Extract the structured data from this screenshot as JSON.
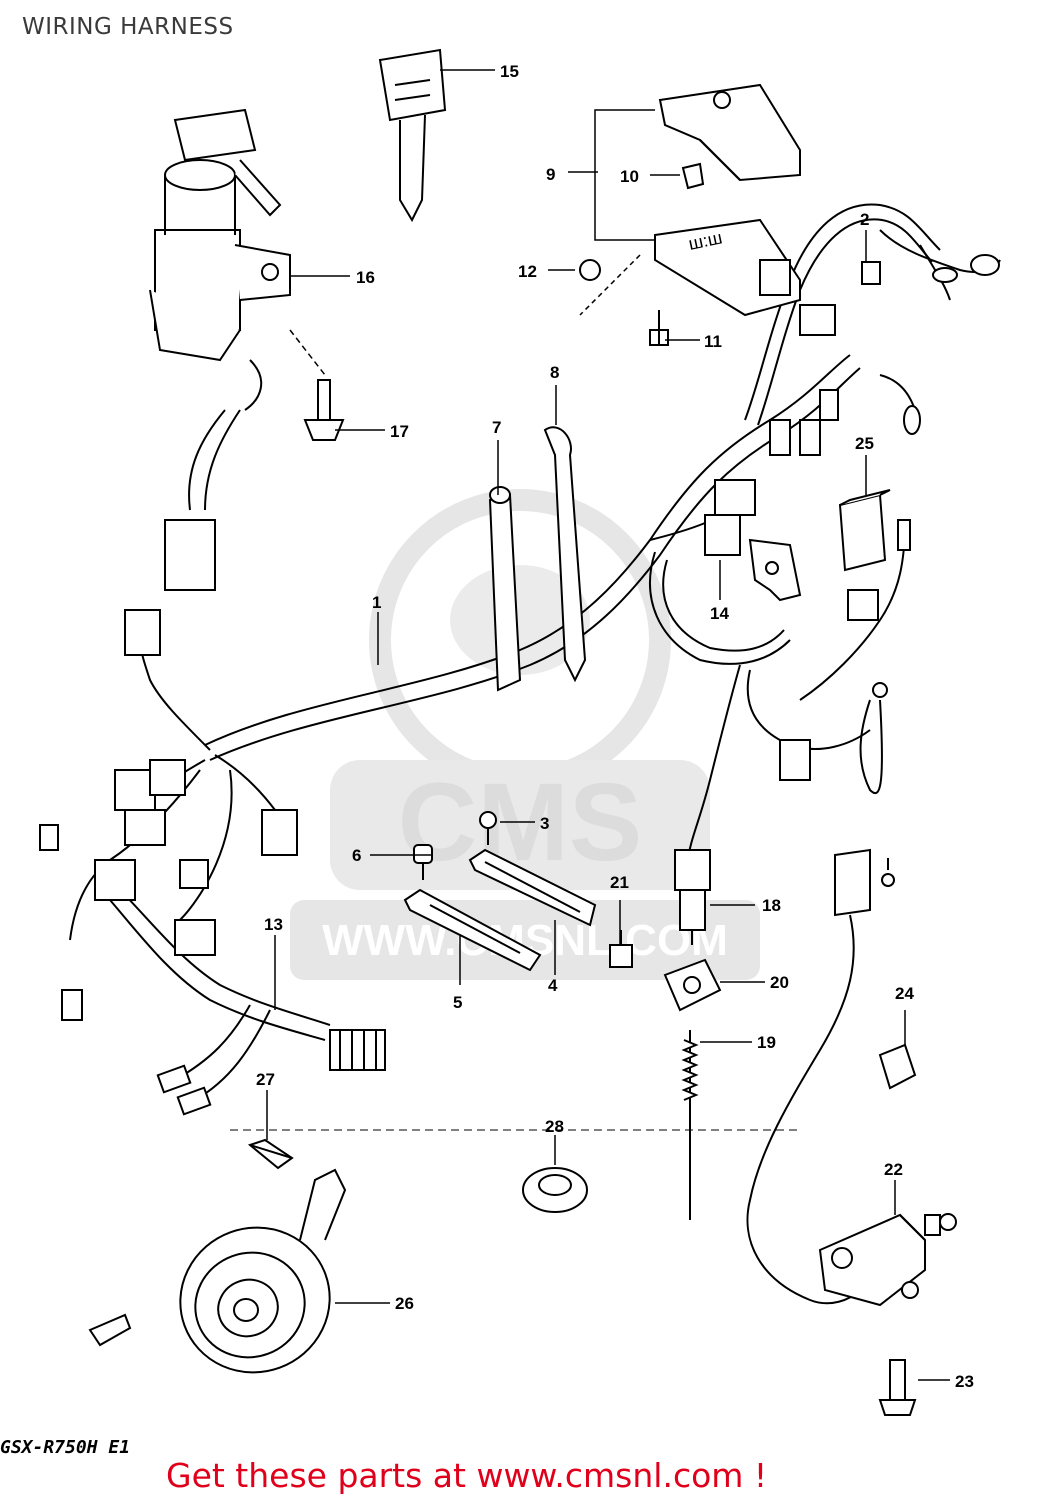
{
  "page": {
    "title": "WIRING HARNESS",
    "model_code": "GSX-R750H E1",
    "cta": "Get these parts at www.cmsnl.com !"
  },
  "watermark": {
    "text": "WWW.CMSNL.COM",
    "brand": "CMS"
  },
  "callouts": [
    {
      "number": "1",
      "part": "wiring-harness"
    },
    {
      "number": "2",
      "part": "fuse-small"
    },
    {
      "number": "3",
      "part": "clip"
    },
    {
      "number": "4",
      "part": "clamp-plate"
    },
    {
      "number": "5",
      "part": "clamp-plate"
    },
    {
      "number": "6",
      "part": "screw"
    },
    {
      "number": "7",
      "part": "clamp-band"
    },
    {
      "number": "8",
      "part": "clamp-band"
    },
    {
      "number": "9",
      "part": "fuse-box-assy"
    },
    {
      "number": "10",
      "part": "fuse"
    },
    {
      "number": "11",
      "part": "screw"
    },
    {
      "number": "12",
      "part": "cushion"
    },
    {
      "number": "13",
      "part": "sub-harness"
    },
    {
      "number": "14",
      "part": "connector-bracket"
    },
    {
      "number": "15",
      "part": "key"
    },
    {
      "number": "16",
      "part": "ignition-switch"
    },
    {
      "number": "17",
      "part": "bolt"
    },
    {
      "number": "18",
      "part": "rear-brake-light-switch"
    },
    {
      "number": "19",
      "part": "spring"
    },
    {
      "number": "20",
      "part": "bracket"
    },
    {
      "number": "21",
      "part": "bolt"
    },
    {
      "number": "22",
      "part": "switch"
    },
    {
      "number": "23",
      "part": "screw"
    },
    {
      "number": "24",
      "part": "cushion"
    },
    {
      "number": "25",
      "part": "relay"
    },
    {
      "number": "26",
      "part": "horn"
    },
    {
      "number": "27",
      "part": "bolt"
    },
    {
      "number": "28",
      "part": "grommet"
    }
  ],
  "colors": {
    "line": "#000000",
    "cta": "#e0001b",
    "title": "#3a3a3a",
    "watermark": "#d9d9d9"
  }
}
